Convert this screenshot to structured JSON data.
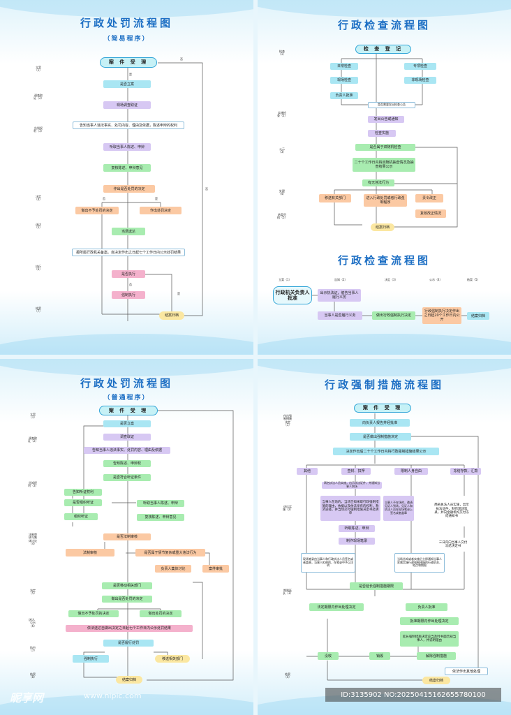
{
  "p1": {
    "title": "行政处罚流程图",
    "subtitle": "（简易程序）",
    "start": "案 件 受 理",
    "steps": {
      "s1": "是否立案",
      "s2": "现场调查取证",
      "s3": "告知当事人违法事实、处罚内容、理由及依据，陈述申辩的权利",
      "s4": "听取当事人陈述、申辩",
      "s5": "复核陈述、申辩意见",
      "s6": "作出是否处罚的决定",
      "s7": "做出不予处罚的决定",
      "s8": "作出处罚决定",
      "s9": "当场送达",
      "s10": "报所属行政机关备案。自决定作出之日起七个工作日内公示处罚结果",
      "s11": "是否执行",
      "s12": "强制执行",
      "end": "结案归档"
    },
    "stages": [
      "立案（1）",
      "调查取证（2）",
      "告知权利（3）",
      "决定（4）",
      "送达（5）",
      "执行（6）",
      "结案（7）"
    ],
    "labels": {
      "yes": "是",
      "no": "否"
    }
  },
  "p2": {
    "title": "行政检查流程图",
    "start": "检 查 登 记",
    "steps": {
      "a1": "日常检查",
      "a2": "专项检查",
      "a3": "现场检查",
      "a4": "非现场检查",
      "a5": "负责人批准",
      "a6": "是否需要发出检查公告",
      "a7": "发出公告或通知",
      "a8": "检查实施",
      "a9": "是否属于双随机检查",
      "a10": "二十个工作日内将双随机抽查情况及抽查结果公示",
      "a11": "有无违法行为",
      "a12": "移送有关部门",
      "a13": "进入行政处罚或者行政强制程序",
      "a14": "责令改正",
      "a15": "复核改正情况",
      "end": "结案归档"
    },
    "stages": [
      "检查（1）",
      "实施检查（2）",
      "公示（3）",
      "处理（4）",
      "结案归档（5）"
    ]
  },
  "p2b": {
    "title": "行政检查流程图",
    "cols": [
      "立案（1）",
      "告知（2）",
      "决定（3）",
      "公示（4）",
      "结案（5）"
    ],
    "steps": {
      "c1": "行政机关负责人批准",
      "c2": "出示执法证，催告当事人履行义务",
      "c3": "当事人是否履行义务",
      "c4": "做出行政强制执行决定",
      "c5": "行政强制执行决定作出之日起20个工作日内公开",
      "end": "结案归档"
    }
  },
  "p3": {
    "title": "行政处罚流程图",
    "subtitle": "（普通程序）",
    "start": "案 件 受 理",
    "steps": {
      "n1": "是否立案",
      "n2": "调查取证",
      "n3": "告知当事人违法事实、处罚内容、理由及依据",
      "n4": "告知陈述、申辩权",
      "n5": "是否符合听证条件",
      "n6": "告知听证权利",
      "n7": "是否组织听证",
      "n8": "组织听证",
      "n9": "听取当事人陈述、申辩",
      "n10": "复核陈述、申辩意见",
      "n11": "是否法制审核",
      "n12": "法制审核",
      "n13": "是否属于情节复杂或重大违法行为",
      "n14": "负责人集体讨论",
      "n15": "案件审批",
      "n16": "是否移动相关部门",
      "n17": "做出是否处罚的决定",
      "n18": "做出不予处罚的决定",
      "n19": "做出处罚的决定",
      "n20": "依法送达自做出决定之日起七个工作日内公示处罚结果",
      "n21": "是否履行处罚",
      "n22": "强制执行",
      "n23": "移送相关部门",
      "end": "结案归档"
    },
    "stages": [
      "立案（1）",
      "调查取证（2）",
      "告知权利（3）",
      "法制审核与集体讨论（4）",
      "决定（5）",
      "送达、公示（6）",
      "执行（7）",
      "结案（8）"
    ]
  },
  "p4": {
    "title": "行政强制措施流程图",
    "start": "案 件 受 理",
    "steps": {
      "f1": "向负责人报告并经批准",
      "f2": "是否做出强制措施决定",
      "f3": "决定作出后二十个工作日内将行政强制措施结果公示",
      "f4": "其他",
      "f5": "查封、扣押",
      "f6": "限制人身自由",
      "f7": "冻结存款、汇款",
      "f8": "两名执法人员实施，出示执法证件，并通知当事人到场",
      "f9": "当事人在场的，当场告知采取行政强制措施的理由，依据以及依法享有的权利，救济途径，并当场交付强制措施决定书及清单",
      "f10": "当事人不在场的，邀请见证人到场，见证人和执法人员在现场笔录上签名或者盖章",
      "f11": "两名执法人员实施，出示执法证件，制作现场笔录，并向金融机构交付冻结通知书",
      "f12": "听取陈述、申辩",
      "f13": "制作现场笔录",
      "f14": "现场笔录由当事人和行政执法人员签名或者盖章，当事人拒绝的，在笔录中予以注明",
      "f15": "当场告知或者实施后立即通知当事人家属实施行政强制措施的行政机关、地点和期限",
      "f16": "三日内向当事人交付冻结决定书",
      "f17": "是否延长强制措施期限",
      "f18": "法定期限内作出处理决定",
      "f19": "负责人批准",
      "f20": "批准期限内作出处理决定",
      "f21": "延长强制措施决定应当及时书面告知当事人，并说明理由",
      "f22": "没收",
      "f23": "销毁",
      "f24": "解除强制措施",
      "f25": "依法作出其他处理",
      "end": "结案归档"
    },
    "stages": [
      "作出强制措施决定（1）",
      "送达实施（2）",
      "期限延长（3）",
      "结案（4）"
    ]
  },
  "watermark": {
    "brand": "昵享网",
    "url": "www.nipic.com",
    "id": "ID:3135902 NO:20250415162655780100"
  }
}
